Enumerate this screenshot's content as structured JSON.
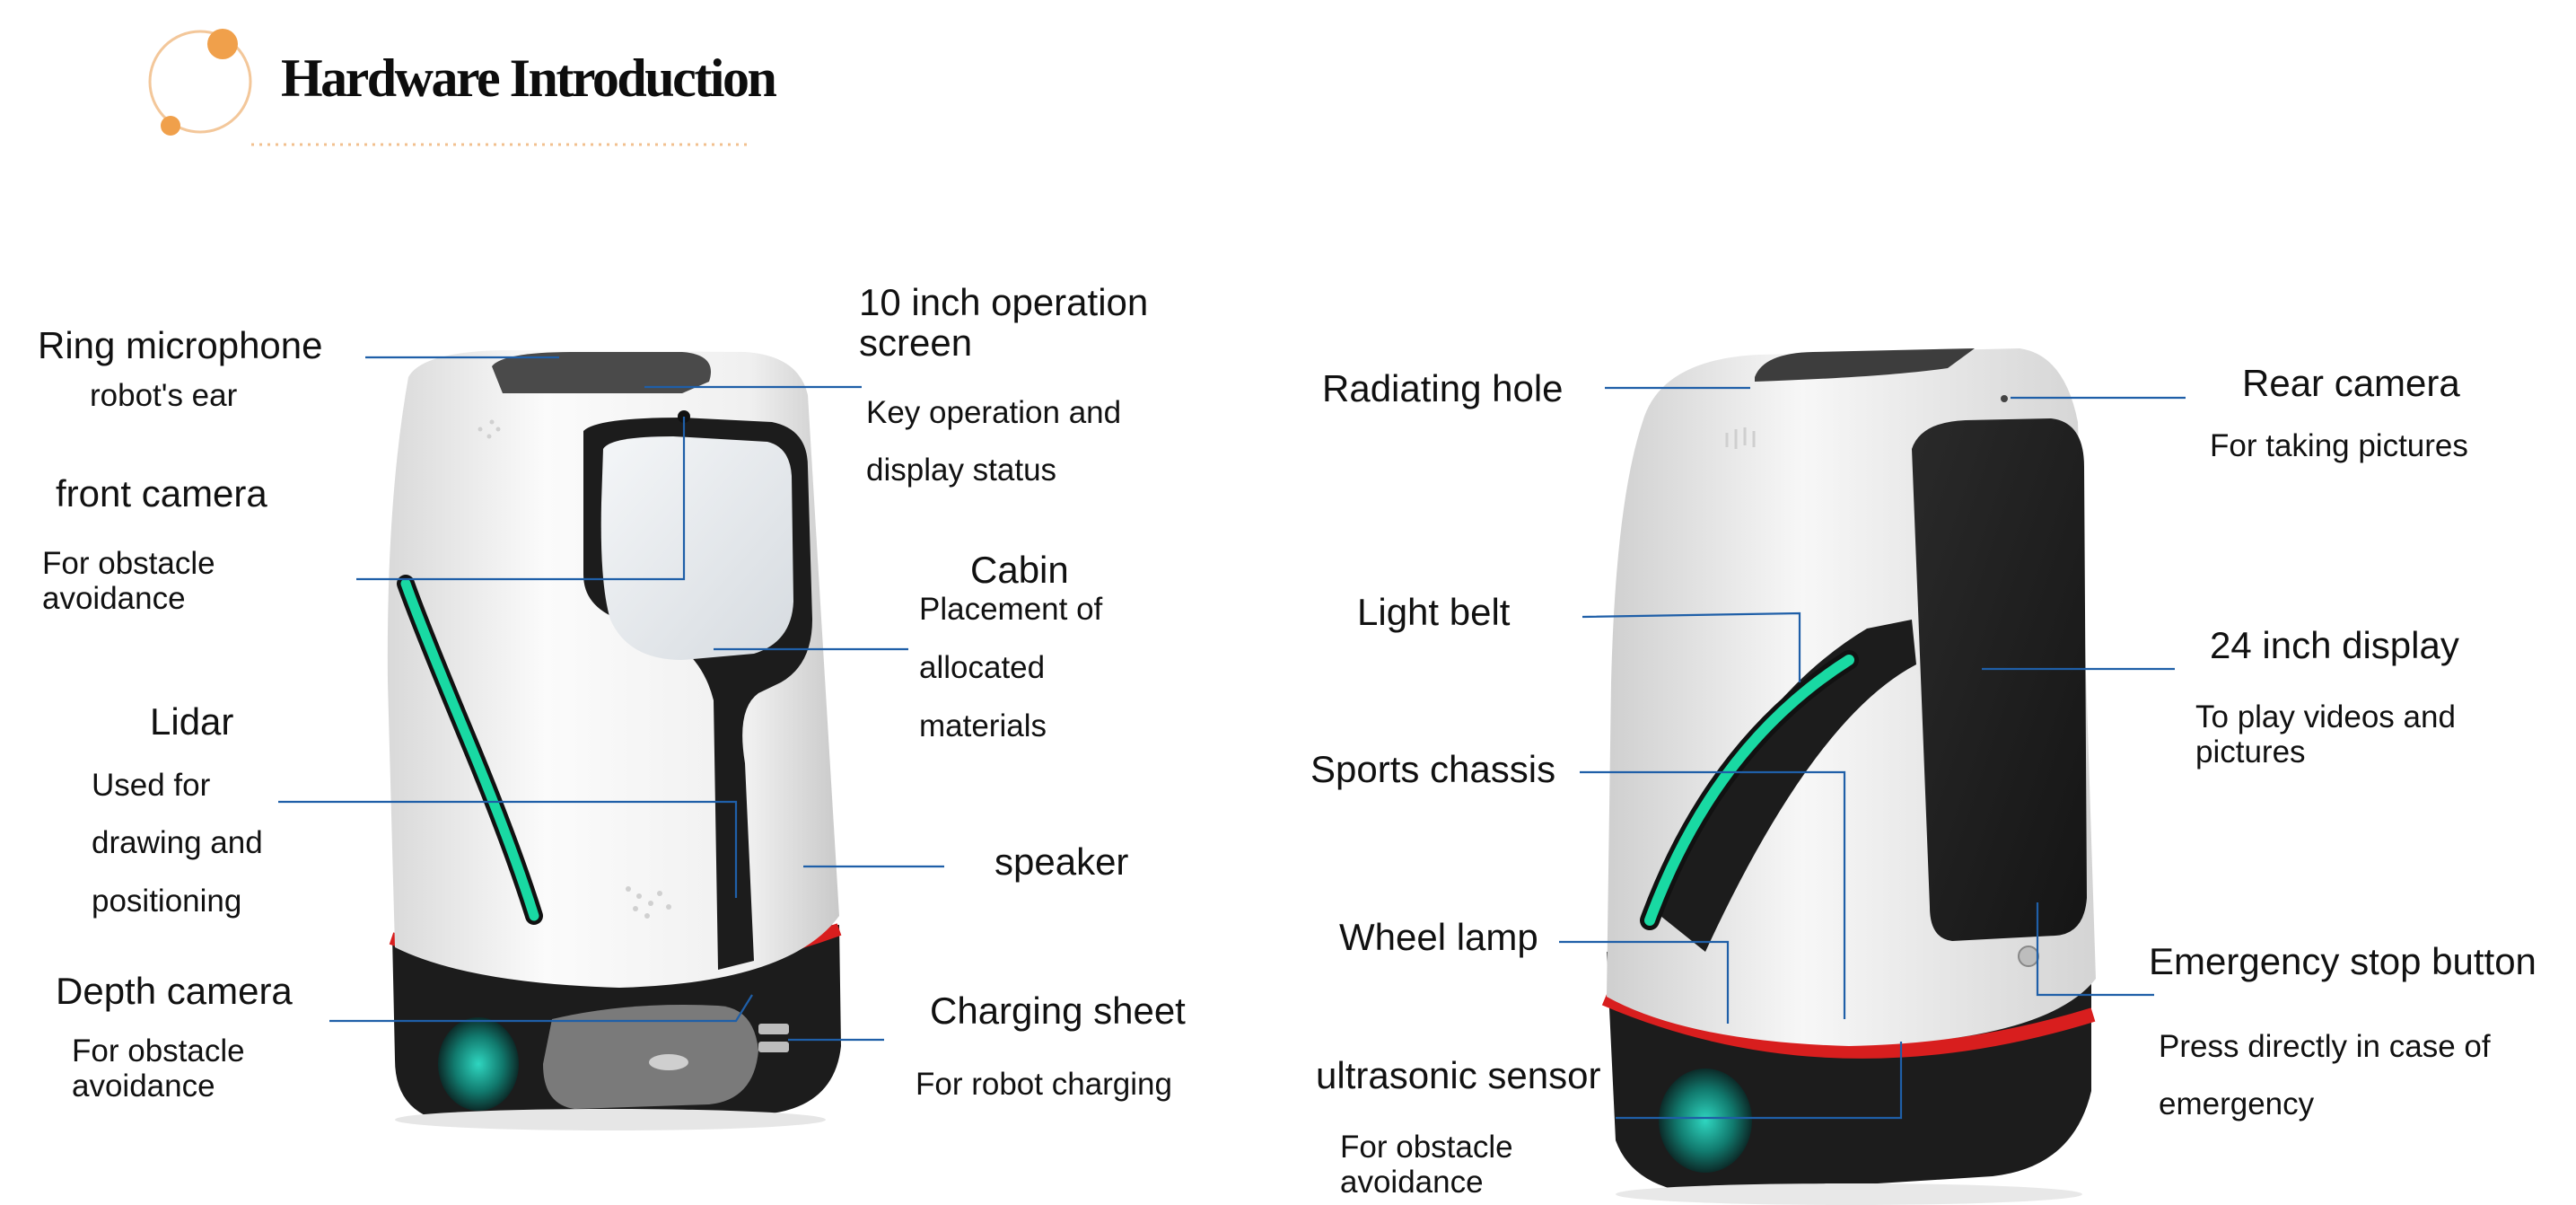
{
  "header": {
    "title": "Hardware Introduction"
  },
  "left": {
    "ring_mic": {
      "label": "Ring microphone",
      "sub": "robot's ear"
    },
    "op_screen": {
      "label_1": "10 inch operation",
      "label_2": "screen",
      "sub_1": "Key operation and",
      "sub_2": "display status"
    },
    "front_cam": {
      "label": "front camera",
      "sub_1": "For obstacle",
      "sub_2": "avoidance"
    },
    "cabin": {
      "label": "Cabin",
      "sub_1": "Placement of",
      "sub_2": "allocated",
      "sub_3": "materials"
    },
    "lidar": {
      "label": "Lidar",
      "sub_1": "Used for",
      "sub_2": "drawing and",
      "sub_3": "positioning"
    },
    "speaker": {
      "label": "speaker"
    },
    "depth_cam": {
      "label": "Depth camera",
      "sub_1": "For obstacle",
      "sub_2": "avoidance"
    },
    "charging": {
      "label": "Charging sheet",
      "sub": "For robot charging"
    }
  },
  "right": {
    "radiating": {
      "label": "Radiating hole"
    },
    "rear_cam": {
      "label": "Rear camera",
      "sub": "For taking pictures"
    },
    "light_belt": {
      "label": "Light belt"
    },
    "display": {
      "label": "24 inch display",
      "sub_1": "To play videos and",
      "sub_2": "pictures"
    },
    "chassis": {
      "label": "Sports chassis"
    },
    "wheel_lamp": {
      "label": "Wheel lamp"
    },
    "estop": {
      "label": "Emergency stop button",
      "sub_1": "Press directly in case of",
      "sub_2": "emergency"
    },
    "ultrasonic": {
      "label": "ultrasonic sensor",
      "sub_1": "For obstacle",
      "sub_2": "avoidance"
    }
  },
  "colors": {
    "leader_line": "#1f5fa8",
    "accent_orange": "#f0a04b",
    "robot_white": "#ececec",
    "robot_dark": "#1c1c1c",
    "light_belt": "#19d9a3",
    "bumper_red": "#d81e1e"
  }
}
